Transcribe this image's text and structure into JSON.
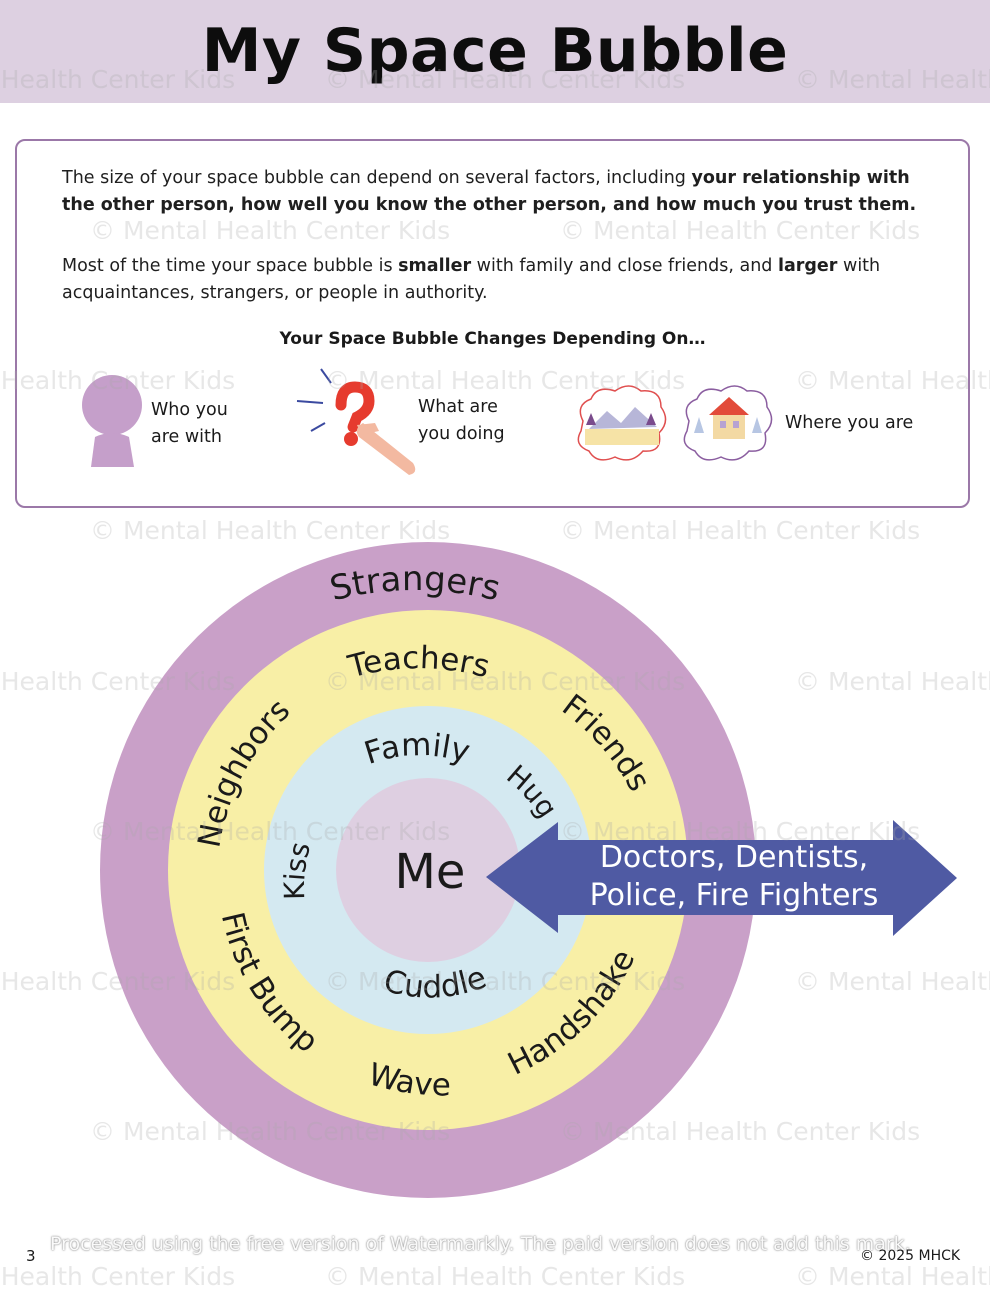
{
  "title": "My Space Bubble",
  "intro": {
    "p1_a": "The size of your space bubble can depend on several factors, including ",
    "p1_b": "your relationship with the other person, how well you know the other person, and how much you trust them.",
    "p2_a": "Most of the time your space bubble is ",
    "p2_b": "smaller",
    "p2_c": " with family and close friends, and ",
    "p2_d": "larger",
    "p2_e": " with acquaintances, strangers, or people in authority."
  },
  "changes": {
    "title": "Your Space Bubble Changes Depending On…",
    "factors": [
      {
        "line1": "Who you",
        "line2": "are with",
        "icon": "person-icon"
      },
      {
        "line1": "What are",
        "line2": "you doing",
        "icon": "question-hand-icon"
      },
      {
        "line1": "Where you are",
        "line2": "",
        "icon": "places-icon"
      }
    ]
  },
  "bubble": {
    "center": "Me",
    "inner_words": [
      "Family",
      "Hug",
      "Kiss",
      "Cuddle"
    ],
    "middle_words": [
      "Teachers",
      "Friends",
      "Neighbors",
      "First Bump",
      "Wave",
      "Handshake"
    ],
    "outer_words": [
      "Strangers"
    ],
    "arrow_line1": "Doctors, Dentists,",
    "arrow_line2": "Police, Fire Fighters",
    "colors": {
      "outer": "#c9a0c8",
      "middle": "#f8efa6",
      "inner": "#d4e9f1",
      "center": "#decfe1",
      "arrow": "#4f5aa3"
    }
  },
  "watermark_text": "© Mental Health Center Kids",
  "footer": {
    "page_number": "3",
    "copyright": "© 2025 MHCK",
    "banner": "Processed using the free version of Watermarkly. The paid version does not add this mark."
  }
}
